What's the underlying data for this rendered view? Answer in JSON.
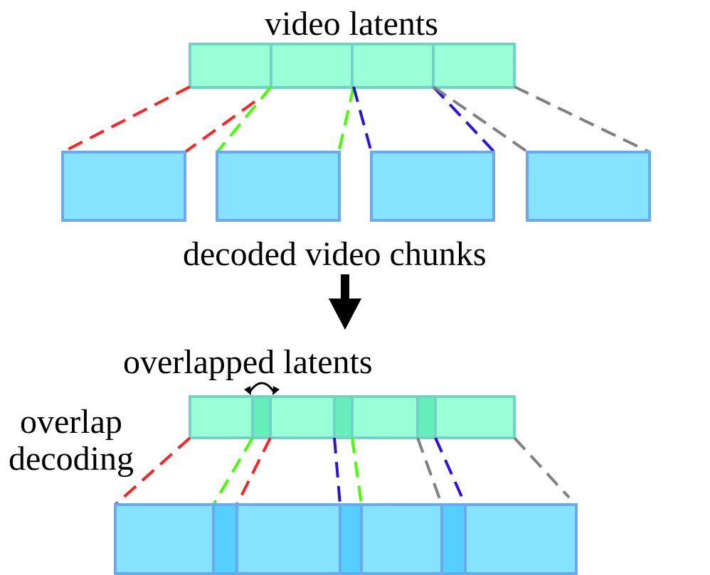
{
  "labels": {
    "video_latents": "video latents",
    "decoded_chunks": "decoded video chunks",
    "overlapped_latents": "overlapped latents",
    "overlap_line1": "overlap",
    "overlap_line2": "decoding"
  },
  "colors": {
    "latent_fill": "#99ffd6",
    "latent_stroke": "#6fd4c6",
    "latent_overlap_fill": "#66eebb",
    "chunk_fill": "#85e3ff",
    "chunk_stroke": "#6aa8f0",
    "chunk_overlap_fill": "#55cfff",
    "red": "#ff2222",
    "green": "#44ff00",
    "blue": "#2a12e0",
    "gray": "#808080",
    "arrow": "#000000"
  }
}
